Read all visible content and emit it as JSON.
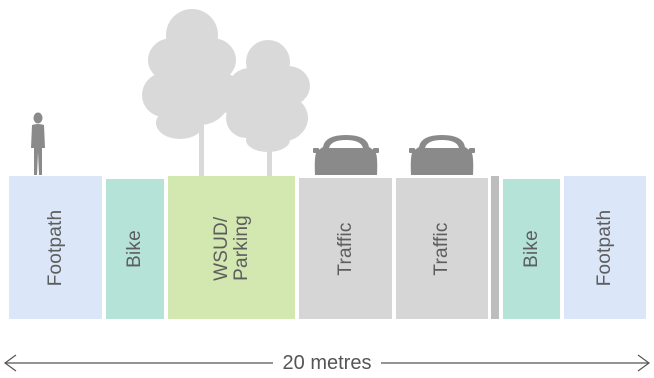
{
  "segments": [
    {
      "label": "Footpath",
      "kind": "footpath"
    },
    {
      "label": "Bike",
      "kind": "bike"
    },
    {
      "label": "WSUD/\nParking",
      "kind": "wsud"
    },
    {
      "label": "Traffic",
      "kind": "traffic"
    },
    {
      "label": "Traffic",
      "kind": "traffic"
    },
    {
      "label": "Bike",
      "kind": "bike"
    },
    {
      "label": "Footpath",
      "kind": "footpath"
    }
  ],
  "dimension": {
    "label": "20 metres"
  },
  "colors": {
    "footpath": "#dbe7f8",
    "bike": "#b5e3d7",
    "wsud": "#d3e7b1",
    "traffic": "#d6d6d6",
    "median": "#bdbdbd",
    "icon": "#8a8a8a",
    "tree": "#d9d9d9"
  }
}
